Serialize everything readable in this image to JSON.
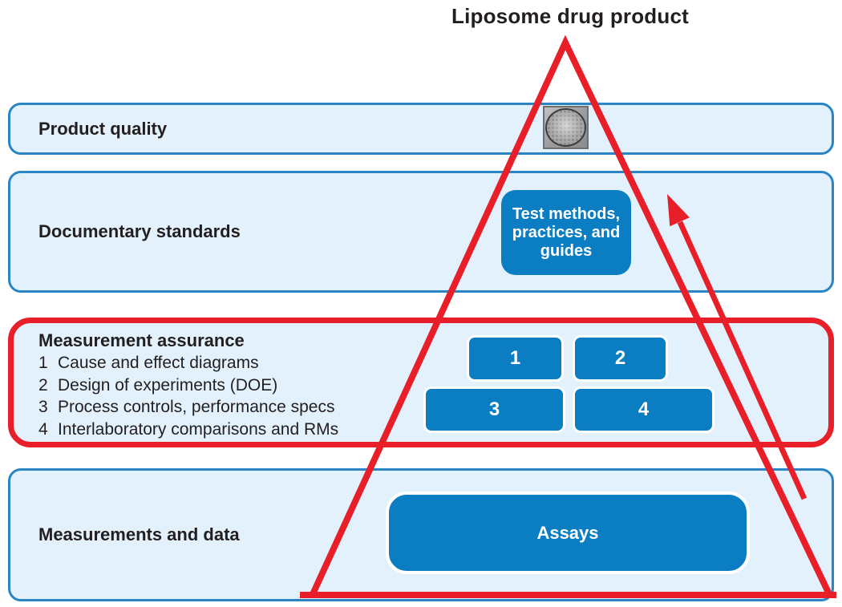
{
  "title": "Liposome drug product",
  "colors": {
    "band_fill": "#e2f1fb",
    "band_border": "#2b85c4",
    "box_blue": "#0b7dc2",
    "highlight_red": "#e81e29",
    "text": "#231f20",
    "box_text": "#ffffff"
  },
  "bands": [
    {
      "label": "Product quality"
    },
    {
      "label": "Documentary standards"
    },
    {
      "label": "Measurement assurance"
    },
    {
      "label": "Measurements and data"
    }
  ],
  "measurement_assurance_items": [
    {
      "num": "1",
      "text": "Cause and effect diagrams"
    },
    {
      "num": "2",
      "text": "Design of experiments (DOE)"
    },
    {
      "num": "3",
      "text": "Process controls, performance specs"
    },
    {
      "num": "4",
      "text": "Interlaboratory comparisons and RMs"
    }
  ],
  "boxes": {
    "test_methods": "Test methods, practices, and guides",
    "numbered": [
      "1",
      "2",
      "3",
      "4"
    ],
    "assays": "Assays"
  },
  "icons": {
    "liposome_micrograph": "liposome-micrograph-image",
    "pyramid": "red-pyramid-outline",
    "arrow": "red-upward-arrow"
  }
}
